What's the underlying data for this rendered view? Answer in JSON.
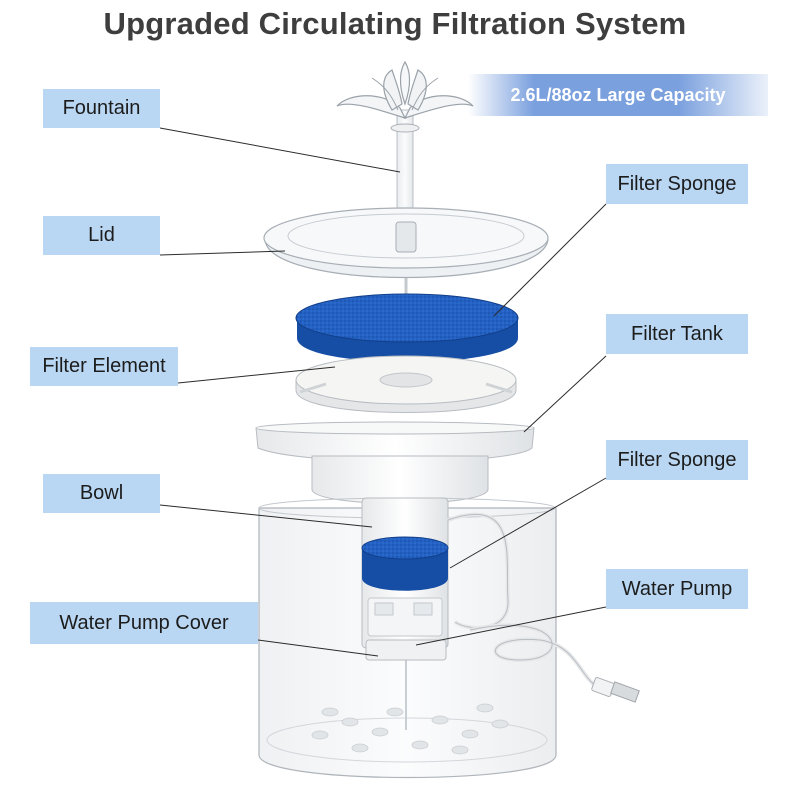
{
  "title": "Upgraded Circulating Filtration System",
  "capacity_badge": "2.6L/88oz Large Capacity",
  "labels": {
    "fountain": "Fountain",
    "lid": "Lid",
    "filter_element": "Filter Element",
    "bowl": "Bowl",
    "water_pump_cover": "Water Pump Cover",
    "filter_sponge_top": "Filter Sponge",
    "filter_tank": "Filter Tank",
    "filter_sponge_bottom": "Filter Sponge",
    "water_pump": "Water Pump"
  },
  "colors": {
    "label_bg": "#b9d7f3",
    "badge_bg": "#7aa0de",
    "sponge_blue": "#1f5fc0",
    "title_text": "#3e3e3e"
  }
}
